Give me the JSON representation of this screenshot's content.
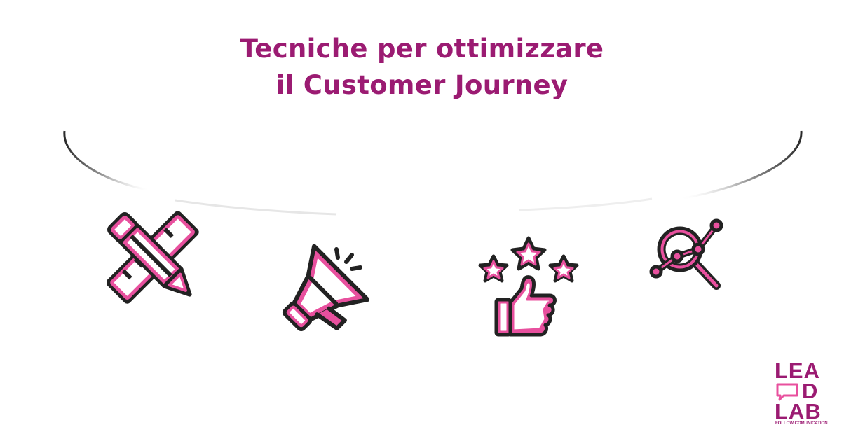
{
  "title": {
    "line1": "Tecniche per ottimizzare",
    "line2": "il Customer Journey"
  },
  "colors": {
    "accent": "#9b1b72",
    "icon_fill": "#e8509e",
    "outline": "#222222"
  },
  "icons": [
    "pencil-ruler-icon",
    "megaphone-icon",
    "thumbs-up-stars-icon",
    "magnifier-graph-icon"
  ],
  "logo": {
    "row1": "LEA",
    "row2": "D",
    "row3": "LAB",
    "tagline": "FOLLOW COMUNICATION"
  }
}
